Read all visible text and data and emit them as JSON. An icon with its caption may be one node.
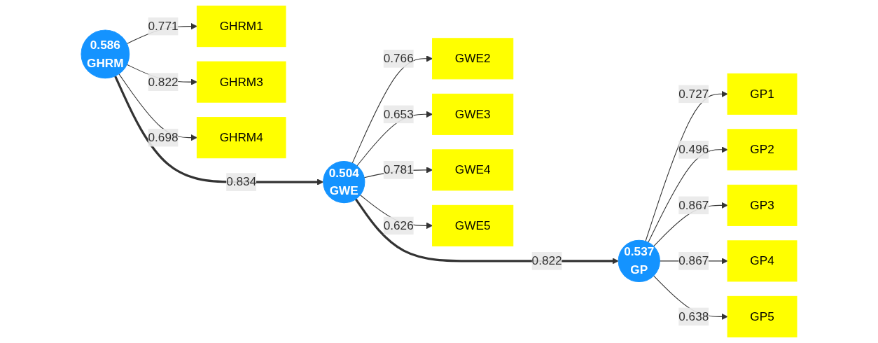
{
  "diagram": {
    "nodes": [
      {
        "text": [
          "GHRM1"
        ]
      },
      {
        "text": [
          "GHRM3"
        ]
      },
      {
        "text": [
          "GHRM4"
        ]
      },
      {
        "text": [
          "0.586",
          "GHRM"
        ]
      },
      {
        "text": [
          "0.504",
          "GWE"
        ]
      },
      {
        "text": [
          "0.537",
          "GP"
        ]
      },
      {
        "text": [
          "GP1"
        ]
      },
      {
        "text": [
          "GP2"
        ]
      },
      {
        "text": [
          "GP3"
        ]
      },
      {
        "text": [
          "GP4"
        ]
      },
      {
        "text": [
          "GP5"
        ]
      },
      {
        "text": [
          "GWE2"
        ]
      },
      {
        "text": [
          "GWE3"
        ]
      },
      {
        "text": [
          "GWE4"
        ]
      },
      {
        "text": [
          "GWE5"
        ]
      }
    ],
    "edges": [
      {
        "from": 3,
        "to": 0,
        "arrow": "to",
        "label": "0.771"
      },
      {
        "from": 3,
        "to": 1,
        "arrow": "to",
        "label": "0.822"
      },
      {
        "from": 3,
        "to": 2,
        "arrow": "to",
        "label": "0.698"
      },
      {
        "from": 3,
        "to": 4,
        "arrow": "to",
        "label": "0.834",
        "style": "thick"
      },
      {
        "from": 4,
        "to": 5,
        "arrow": "to",
        "label": "0.822",
        "style": "thick"
      },
      {
        "from": 5,
        "to": 6,
        "arrow": "to",
        "label": "0.727"
      },
      {
        "from": 5,
        "to": 7,
        "arrow": "to",
        "label": "0.496"
      },
      {
        "from": 5,
        "to": 8,
        "arrow": "to",
        "label": "0.867"
      },
      {
        "from": 5,
        "to": 9,
        "arrow": "to",
        "label": "0.867"
      },
      {
        "from": 5,
        "to": 10,
        "arrow": "to",
        "label": "0.638"
      },
      {
        "from": 4,
        "to": 11,
        "arrow": "to",
        "label": "0.766"
      },
      {
        "from": 4,
        "to": 12,
        "arrow": "to",
        "label": "0.653"
      },
      {
        "from": 4,
        "to": 13,
        "arrow": "to",
        "label": "0.781"
      },
      {
        "from": 4,
        "to": 14,
        "arrow": "to",
        "label": "0.626"
      }
    ]
  }
}
